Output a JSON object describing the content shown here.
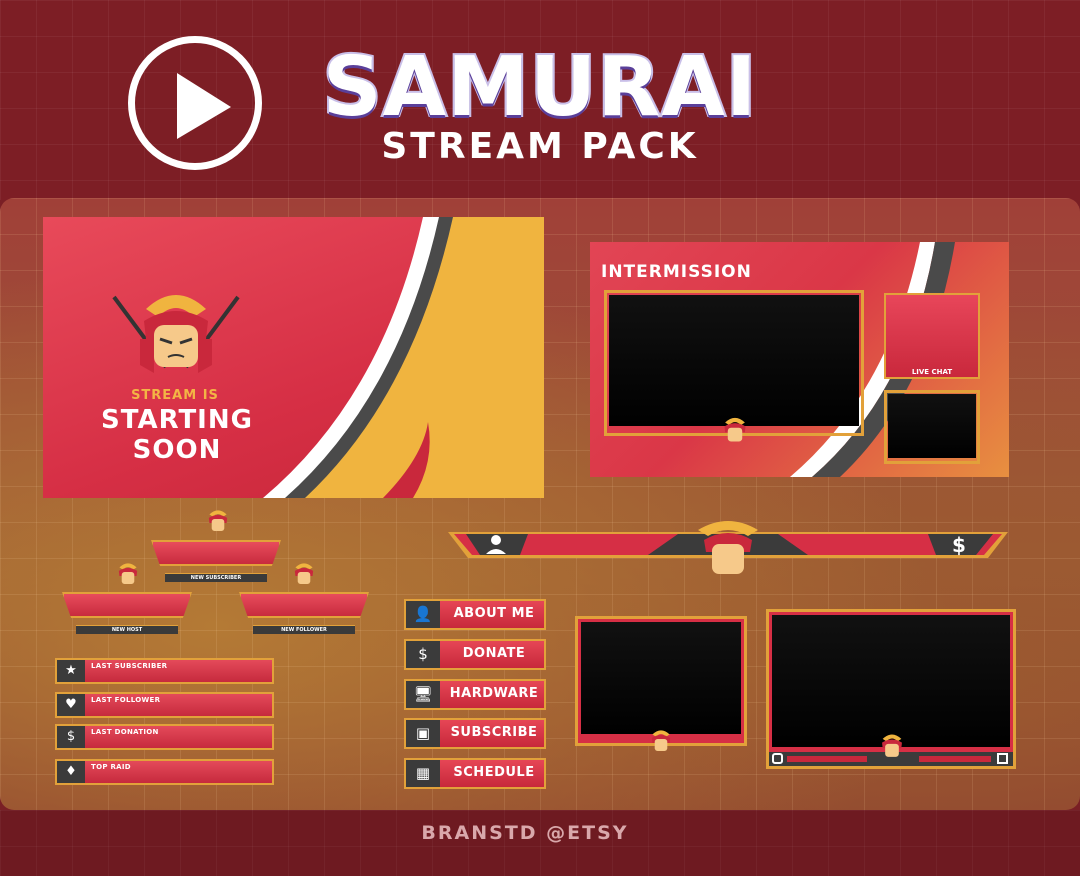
{
  "header": {
    "title": "SAMURAI",
    "subtitle": "STREAM PACK"
  },
  "starting_soon": {
    "line1": "STREAM IS",
    "line2": "STARTING SOON"
  },
  "intermission": {
    "title": "INTERMISSION",
    "live_chat_label": "LIVE CHAT"
  },
  "alerts": [
    {
      "label": "NEW SUBSCRIBER"
    },
    {
      "label": "NEW HOST"
    },
    {
      "label": "NEW FOLLOWER"
    }
  ],
  "stats": [
    {
      "label": "LAST SUBSCRIBER",
      "icon": "star-icon",
      "glyph": "★"
    },
    {
      "label": "LAST FOLLOWER",
      "icon": "heart-icon",
      "glyph": "♥"
    },
    {
      "label": "LAST DONATION",
      "icon": "dollar-icon",
      "glyph": "$"
    },
    {
      "label": "TOP RAID",
      "icon": "diamond-icon",
      "glyph": "♦"
    }
  ],
  "panels": [
    {
      "label": "ABOUT ME",
      "icon": "user-icon",
      "glyph": "👤"
    },
    {
      "label": "DONATE",
      "icon": "dollar-icon",
      "glyph": "$"
    },
    {
      "label": "HARDWARE",
      "icon": "monitor-icon",
      "glyph": "🖥"
    },
    {
      "label": "SUBSCRIBE",
      "icon": "twitch-icon",
      "glyph": "▣"
    },
    {
      "label": "SCHEDULE",
      "icon": "calendar-icon",
      "glyph": "▦"
    }
  ],
  "banner": {
    "left_icon": "user-icon",
    "right_glyph": "$"
  },
  "footer": "BRANSTD @ETSY",
  "colors": {
    "red": "#d62f45",
    "gold": "#e2a13a",
    "dark": "#3b3b3b",
    "background": "#7d1e25"
  }
}
